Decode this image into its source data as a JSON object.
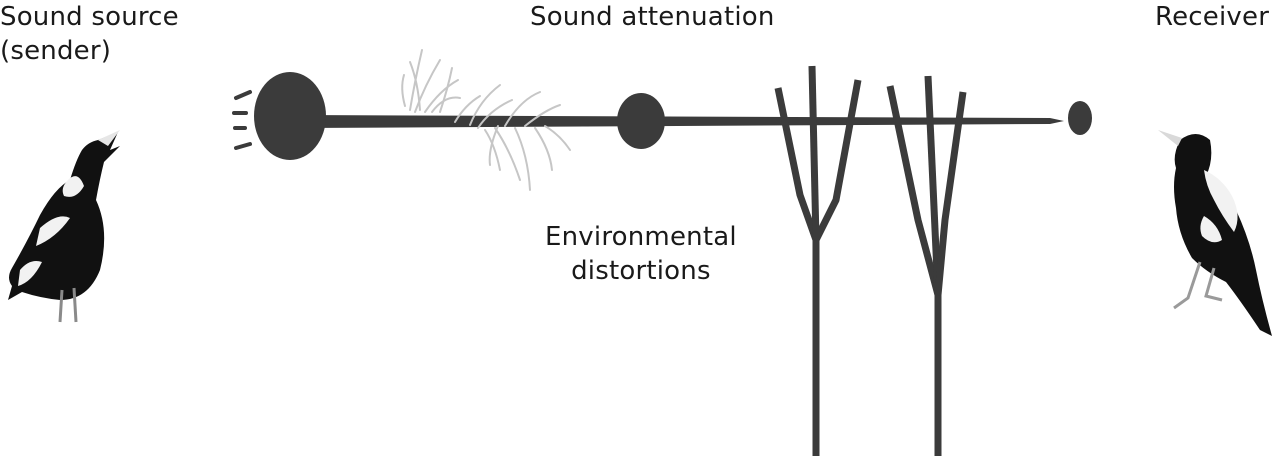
{
  "labels": {
    "sender_line1": "Sound source",
    "sender_line2": "(sender)",
    "attenuation": "Sound attenuation",
    "receiver": "Receiver",
    "env_line1": "Environmental",
    "env_line2": "distortions"
  },
  "colors": {
    "ink": "#3b3b3b",
    "grass": "#c8c8c8",
    "bird_black": "#111111",
    "bird_white": "#f2f2f2"
  },
  "icons": {
    "sender": "magpie-singing-icon",
    "receiver": "magpie-listening-icon"
  }
}
